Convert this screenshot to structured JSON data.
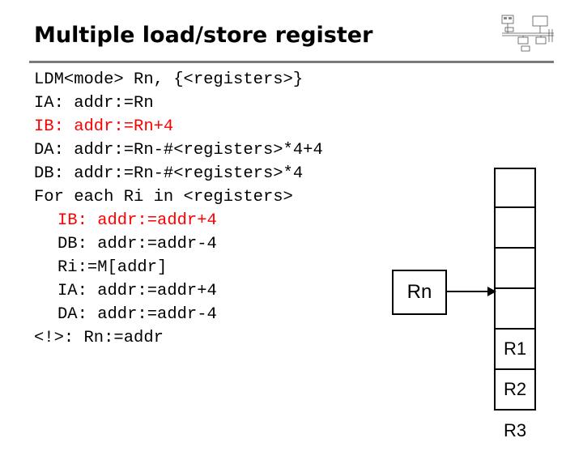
{
  "slide": {
    "title": "Multiple load/store register"
  },
  "code_lines": [
    {
      "text": "LDM<mode> Rn, {<registers>}",
      "color": "#000000",
      "indent": false
    },
    {
      "text": "IA: addr:=Rn",
      "color": "#000000",
      "indent": false
    },
    {
      "text": "IB: addr:=Rn+4",
      "color": "#ff0000",
      "indent": false
    },
    {
      "text": "DA: addr:=Rn-#<registers>*4+4",
      "color": "#000000",
      "indent": false
    },
    {
      "text": "DB: addr:=Rn-#<registers>*4",
      "color": "#000000",
      "indent": false
    },
    {
      "text": "For each Ri in <registers>",
      "color": "#000000",
      "indent": false
    },
    {
      "text": "IB: addr:=addr+4",
      "color": "#ff0000",
      "indent": true
    },
    {
      "text": "DB: addr:=addr-4",
      "color": "#000000",
      "indent": true
    },
    {
      "text": "Ri:=M[addr]",
      "color": "#000000",
      "indent": true
    },
    {
      "text": "IA: addr:=addr+4",
      "color": "#000000",
      "indent": true
    },
    {
      "text": "DA: addr:=addr-4",
      "color": "#000000",
      "indent": true
    },
    {
      "text": "<!>: Rn:=addr",
      "color": "#000000",
      "indent": false
    }
  ],
  "diagram": {
    "pointer_label": "Rn",
    "memory_cells": [
      "",
      "",
      "",
      "",
      "R1",
      "R2",
      "R3"
    ]
  },
  "logo_icon": "circuit-diagram-logo-icon"
}
